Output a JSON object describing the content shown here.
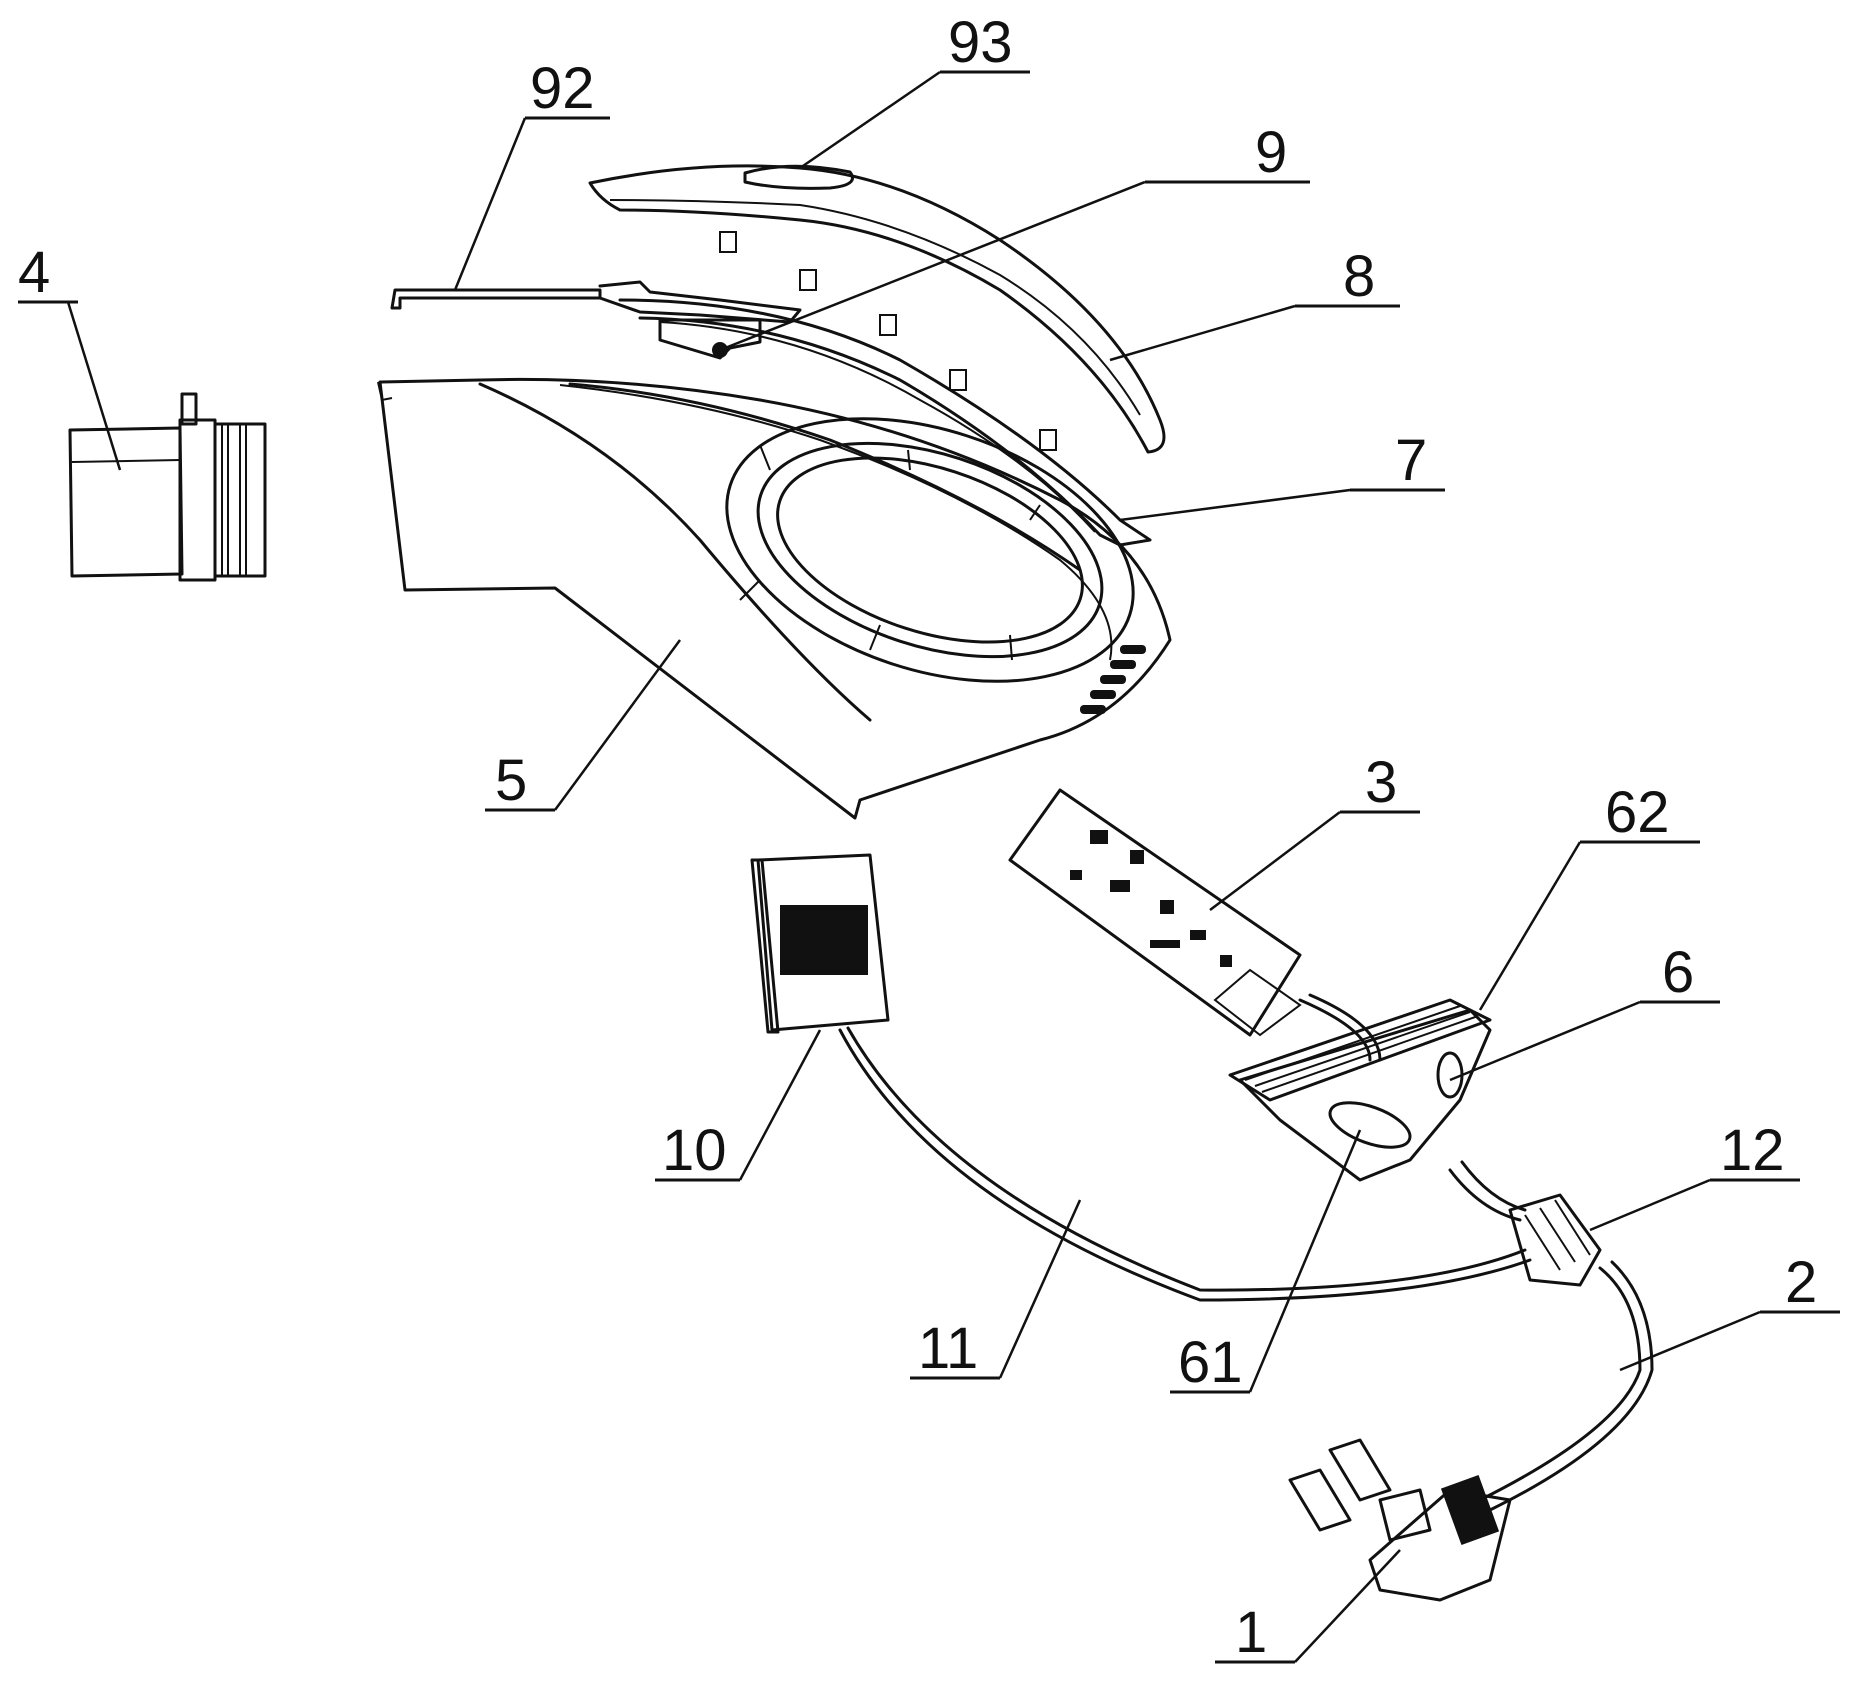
{
  "figure": {
    "labels": {
      "l1": "1",
      "l2": "2",
      "l3": "3",
      "l4": "4",
      "l5": "5",
      "l6": "6",
      "l7": "7",
      "l8": "8",
      "l9": "9",
      "l10": "10",
      "l11": "11",
      "l12": "12",
      "l61": "61",
      "l62": "62",
      "l92": "92",
      "l93": "93"
    }
  }
}
